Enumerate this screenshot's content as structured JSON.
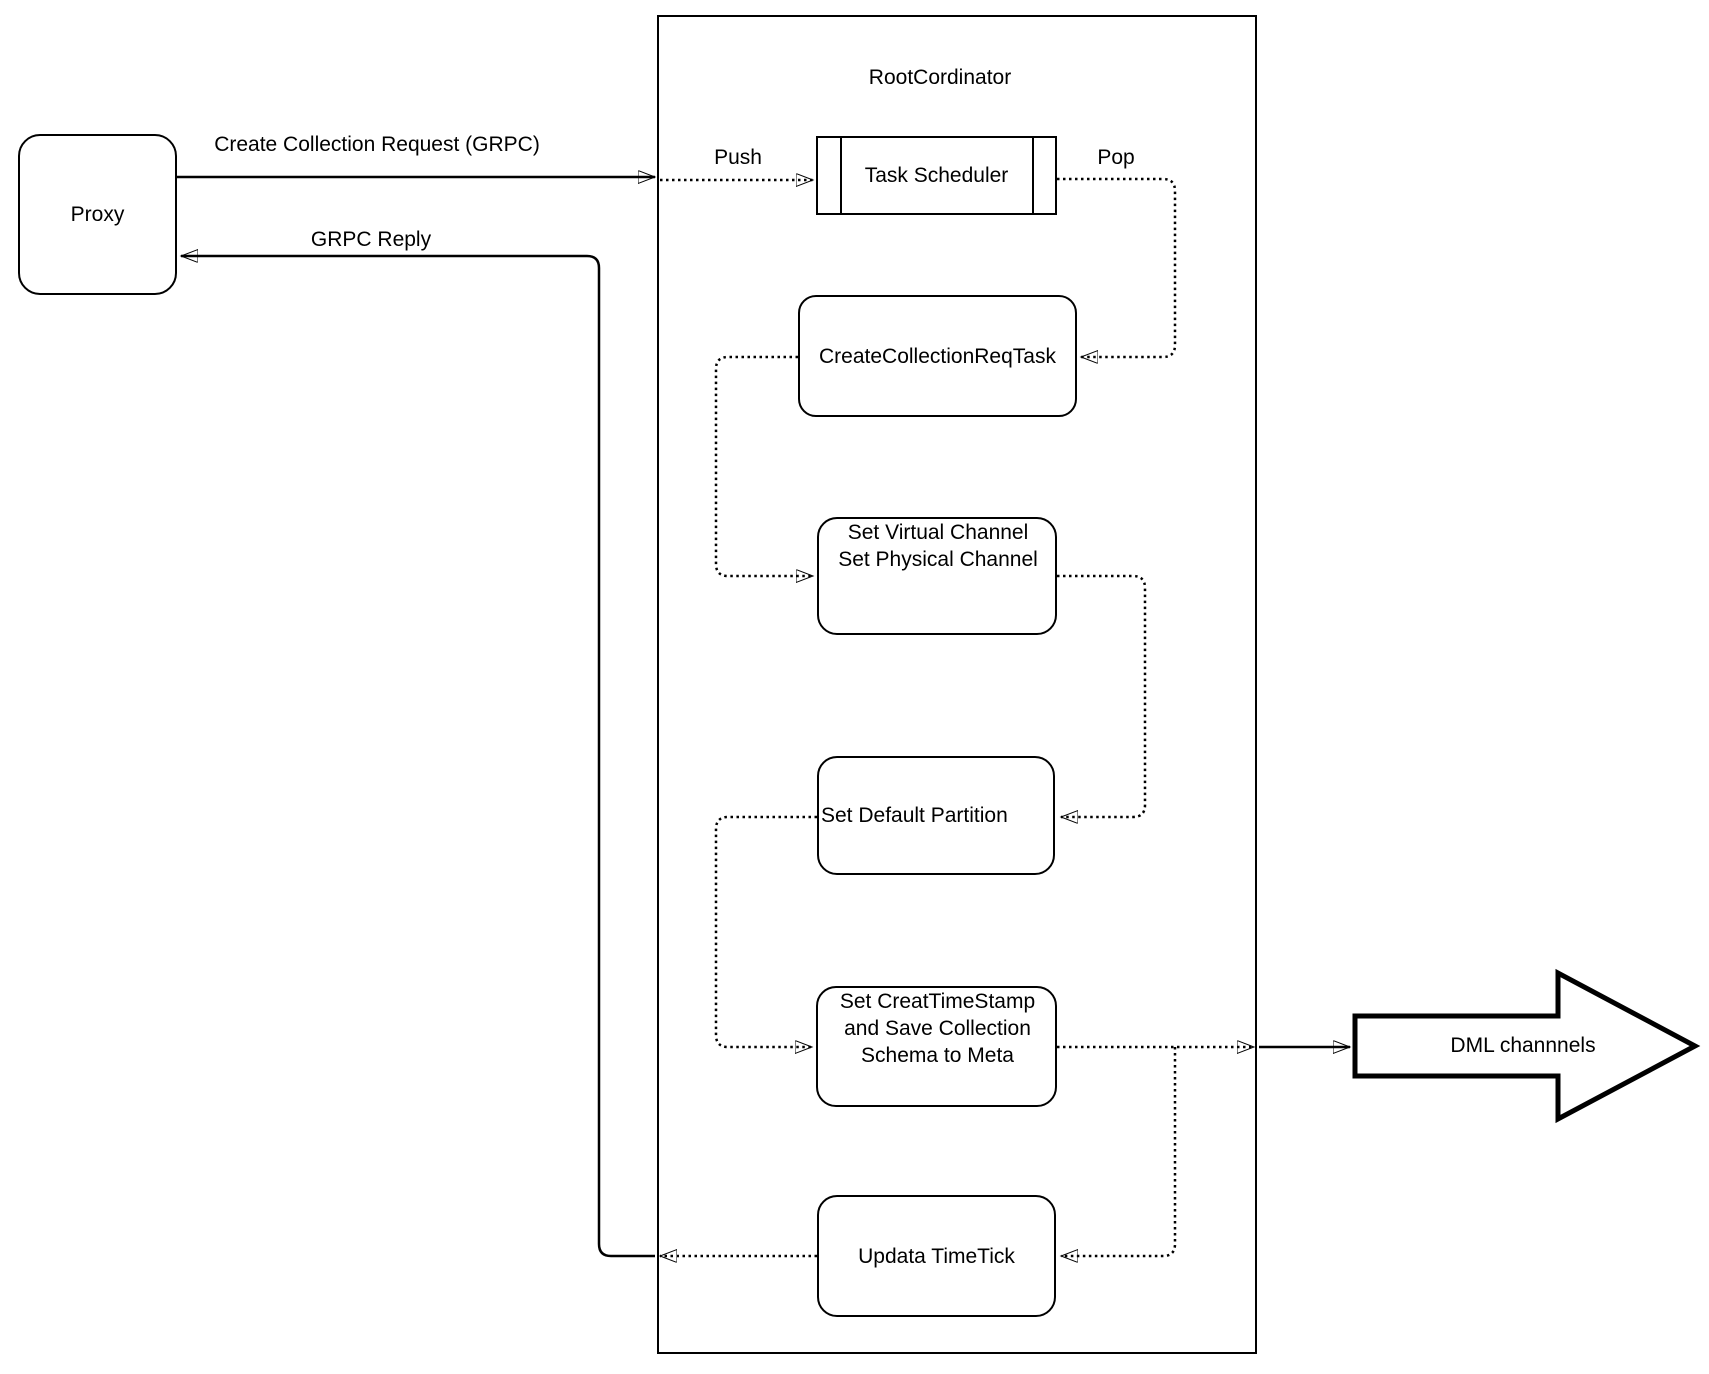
{
  "diagram": {
    "colors": {
      "ink": "#000000",
      "background": "#ffffff"
    },
    "container": {
      "label": "RootCordinator"
    },
    "nodes": {
      "proxy": {
        "label": "Proxy"
      },
      "task_scheduler": {
        "label": "Task Scheduler"
      },
      "create_collection_req_task": {
        "label": "CreateCollectionReqTask"
      },
      "set_channels": {
        "lines": [
          "Set Virtual Channel",
          "Set Physical Channel"
        ]
      },
      "set_default_partition": {
        "label": "Set Default Partition"
      },
      "set_creat_timestamp": {
        "lines": [
          "Set CreatTimeStamp",
          "and Save Collection",
          "Schema to Meta"
        ]
      },
      "updata_timetick": {
        "label": "Updata TimeTick"
      },
      "dml_channels": {
        "label": "DML channnels"
      }
    },
    "edge_labels": {
      "create_collection_request": "Create Collection Request (GRPC)",
      "grpc_reply": "GRPC Reply",
      "push": "Push",
      "pop": "Pop"
    }
  }
}
